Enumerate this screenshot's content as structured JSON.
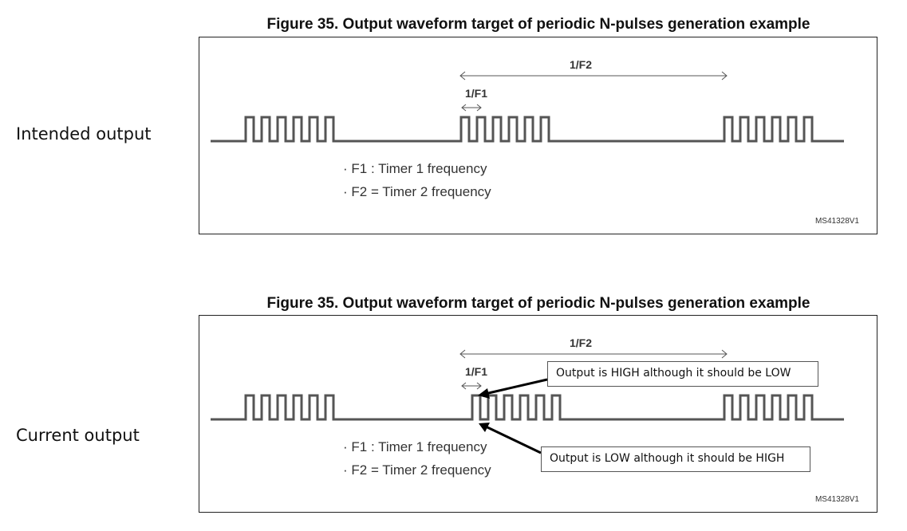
{
  "labels": {
    "intended": "Intended output",
    "current": "Current output"
  },
  "figure": {
    "title": "Figure 35. Output waveform target of periodic N-pulses generation example",
    "period_label": "1/F2",
    "pulse_label": "1/F1",
    "note_f1": "· F1 : Timer 1 frequency",
    "note_f2": "· F2 = Timer 2 frequency",
    "code": "MS41328V1"
  },
  "callouts": {
    "high": "Output is HIGH although it should be LOW",
    "low": "Output is LOW although it should be HIGH"
  },
  "colors": {
    "waveform": "#555555",
    "border": "#222222",
    "arrow": "#000000"
  },
  "icons": {
    "period_marker": "double-arrow-icon",
    "pulse_marker": "double-arrow-icon",
    "callout_pointer": "arrow-icon"
  }
}
